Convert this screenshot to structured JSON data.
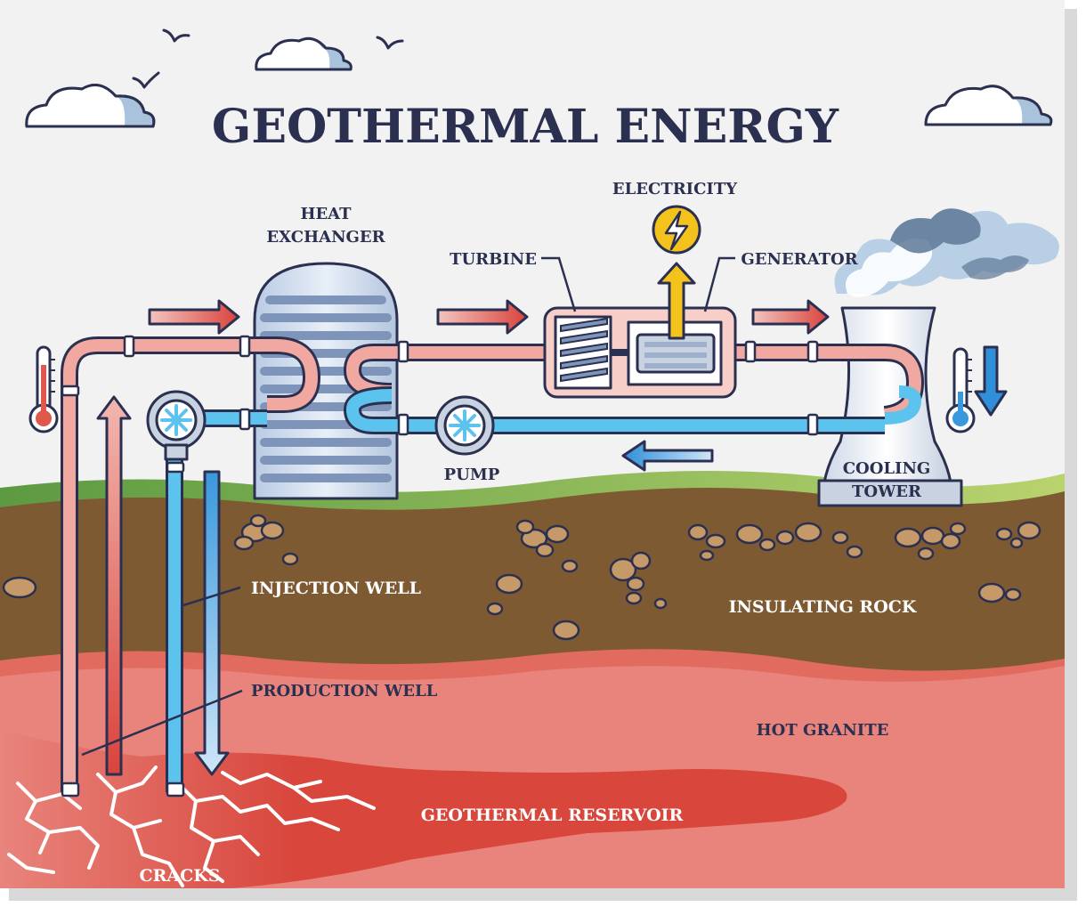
{
  "title": "GEOTHERMAL ENERGY",
  "labels": {
    "heat_exchanger_1": "HEAT",
    "heat_exchanger_2": "EXCHANGER",
    "electricity": "ELECTRICITY",
    "turbine": "TURBINE",
    "generator": "GENERATOR",
    "pump": "PUMP",
    "cooling_tower_1": "COOLING",
    "cooling_tower_2": "TOWER",
    "injection_well": "INJECTION WELL",
    "production_well": "PRODUCTION WELL",
    "insulating_rock": "INSULATING ROCK",
    "hot_granite": "HOT GRANITE",
    "geothermal_reservoir": "GEOTHERMAL RESERVOIR",
    "cracks": "CRACKS"
  },
  "colors": {
    "hot_pipe": "#f0a8a0",
    "cold_pipe": "#5cc3ee",
    "hot_arrow": "#d9433c",
    "cold_arrow": "#2f8fd8",
    "grass": "#8fbc5a",
    "soil": "#7e5a33",
    "granite": "#e8847c",
    "reservoir": "#d8463c",
    "sky": "#f2f2f2",
    "outline": "#2b3050",
    "bolt": "#f4c21d"
  }
}
